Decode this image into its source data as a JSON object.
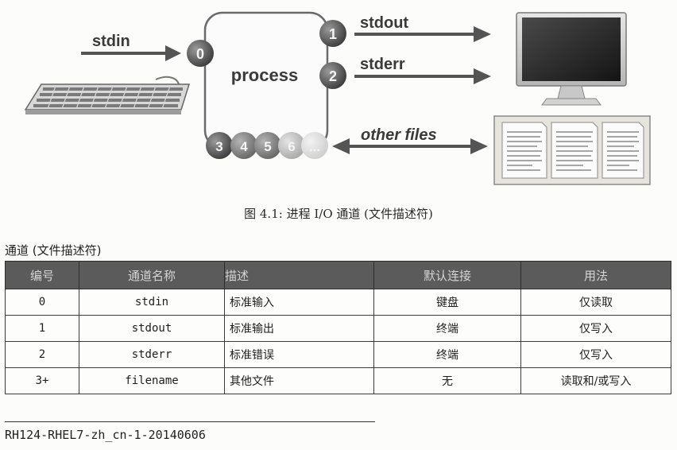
{
  "diagram": {
    "stdin_label": "stdin",
    "stdout_label": "stdout",
    "stderr_label": "stderr",
    "other_files_label": "other files",
    "process_label": "process",
    "fd_in": "0",
    "fd_out": "1",
    "fd_err": "2",
    "extra_fds": [
      "3",
      "4",
      "5",
      "6",
      "..."
    ]
  },
  "caption": "图 4.1: 进程 I/O 通道 (文件描述符)",
  "table": {
    "title": "通道 (文件描述符)",
    "headers": [
      "编号",
      "通道名称",
      "描述",
      "默认连接",
      "用法"
    ],
    "rows": [
      [
        "0",
        "stdin",
        "标准输入",
        "键盘",
        "仅读取"
      ],
      [
        "1",
        "stdout",
        "标准输出",
        "终端",
        "仅写入"
      ],
      [
        "2",
        "stderr",
        "标准错误",
        "终端",
        "仅写入"
      ],
      [
        "3+",
        "filename",
        "其他文件",
        "无",
        "读取和/或写入"
      ]
    ]
  },
  "footer": "RH124-RHEL7-zh_cn-1-20140606"
}
